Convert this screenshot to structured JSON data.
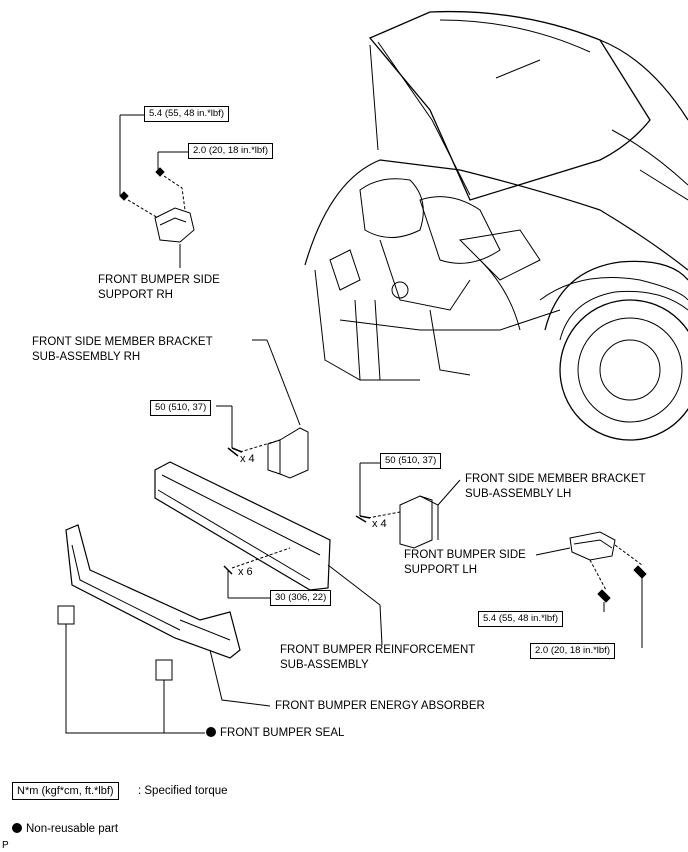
{
  "labels": {
    "side_support_rh": [
      "FRONT BUMPER SIDE",
      "SUPPORT RH"
    ],
    "member_bracket_rh": [
      "FRONT SIDE MEMBER BRACKET",
      "SUB-ASSEMBLY RH"
    ],
    "member_bracket_lh": [
      "FRONT SIDE MEMBER BRACKET",
      "SUB-ASSEMBLY LH"
    ],
    "side_support_lh": [
      "FRONT BUMPER SIDE",
      "SUPPORT LH"
    ],
    "reinforcement": [
      "FRONT BUMPER REINFORCEMENT",
      "SUB-ASSEMBLY"
    ],
    "energy_absorber": "FRONT BUMPER ENERGY ABSORBER",
    "bumper_seal": "FRONT BUMPER SEAL"
  },
  "torques": {
    "rh_side_support_upper": "5.4 (55, 48 in.*lbf)",
    "rh_side_support_lower": "2.0 (20, 18 in.*lbf)",
    "rh_bracket": "50 (510, 37)",
    "lh_bracket": "50 (510, 37)",
    "reinforcement": "30 (306, 22)",
    "lh_side_support_upper": "5.4 (55, 48 in.*lbf)",
    "lh_side_support_lower": "2.0 (20, 18 in.*lbf)"
  },
  "quantities": {
    "rh_bracket_bolts": "x 4",
    "lh_bracket_bolts": "x 4",
    "reinforcement_bolts": "x 6"
  },
  "legend": {
    "unit_box": "N*m (kgf*cm, ft.*lbf)",
    "unit_desc": ": Specified torque",
    "non_reusable": "Non-reusable part"
  },
  "page_marker": "P"
}
